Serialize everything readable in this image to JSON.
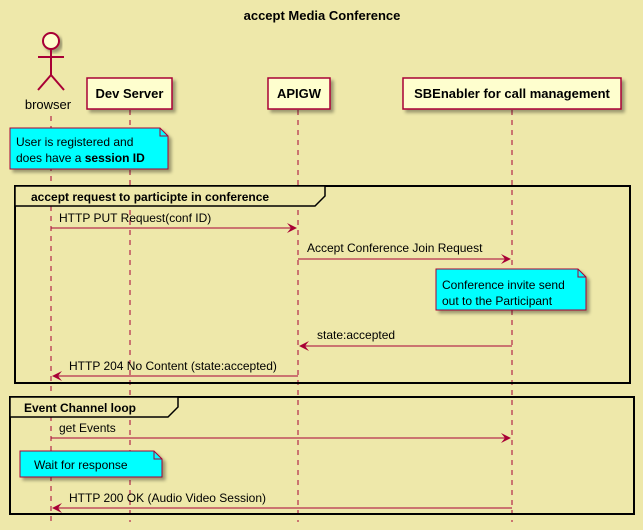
{
  "title": "accept Media Conference",
  "participants": {
    "browser": "browser",
    "dev_server": "Dev Server",
    "apigw": "APIGW",
    "sbenabler": "SBEnabler for call management"
  },
  "notes": {
    "registered_line1": "User is registered and",
    "registered_line2_prefix": "does have a ",
    "registered_line2_bold": "session ID",
    "invite_line1": "Conference invite send",
    "invite_line2": "out to the Participant",
    "wait": "Wait for response"
  },
  "groups": {
    "accept": "accept request to participte in conference",
    "loop": "Event Channel loop"
  },
  "messages": {
    "put": "HTTP PUT Request(conf ID)",
    "join": "Accept Conference Join Request",
    "state": "state:accepted",
    "no_content": "HTTP 204 No Content (state:accepted)",
    "get_events": "get Events",
    "ok": "HTTP 200 OK (Audio Video Session)"
  },
  "colors": {
    "background": "#EEE8AA",
    "arrow": "#A80036",
    "participant_fill": "#FEFECE",
    "note_fill": "#00FFFF"
  }
}
